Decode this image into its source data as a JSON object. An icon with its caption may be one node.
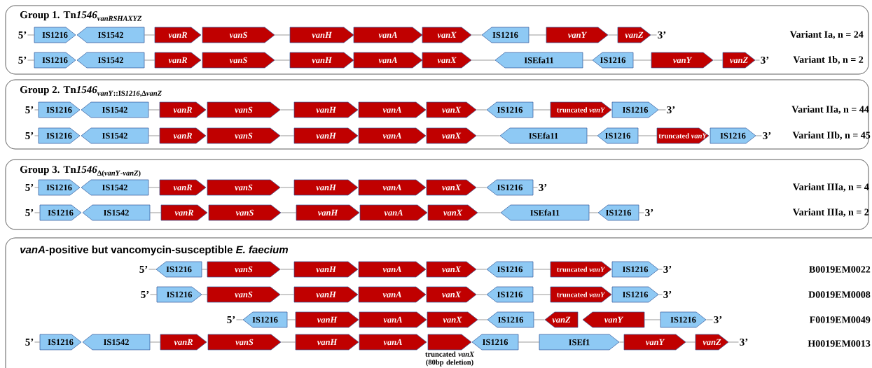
{
  "diagram": {
    "nodes": [
      {
        "text": [
          "\\textbf{Group 1. Tn\\textit{1546}}_{\\textbf{\\textit{vanRSHAXYZ}}}"
        ]
      },
      {
        "text": [
          "\\textbf{Group 2. Tn\\textit{1546}}_{\\textbf{\\textit{vanY}::IS\\textit{1216},Δ\\textit{vanZ}}}"
        ]
      },
      {
        "text": [
          "\\textbf{Group 3. Tn\\textit{1546}}_{\\textbf{Δ(\\textit{vanY}-\\textit{vanZ})}}"
        ]
      },
      {
        "text": [
          "*vanA*-positive but vancomycin-susceptible *E. faecium*"
        ]
      },
      {
        "text": [
          "5’"
        ],
        "in": 0
      },
      {
        "text": [
          "IS1216"
        ],
        "in": 0
      },
      {
        "text": [
          "IS1542"
        ],
        "in": 0
      },
      {
        "text": [
          "vanR"
        ],
        "in": 0
      },
      {
        "text": [
          "vanS"
        ],
        "in": 0
      },
      {
        "text": [
          "vanH"
        ],
        "in": 0
      },
      {
        "text": [
          "vanA"
        ],
        "in": 0
      },
      {
        "text": [
          "vanX"
        ],
        "in": 0
      },
      {
        "text": [
          "IS1216"
        ],
        "in": 0
      },
      {
        "text": [
          "vanY"
        ],
        "in": 0
      },
      {
        "text": [
          "vanZ"
        ],
        "in": 0
      },
      {
        "text": [
          "3’"
        ],
        "in": 0
      },
      {
        "text": [
          "5’"
        ],
        "in": 0
      },
      {
        "text": [
          "IS1216"
        ],
        "in": 0
      },
      {
        "text": [
          "IS1542"
        ],
        "in": 0
      },
      {
        "text": [
          "vanR"
        ],
        "in": 0
      },
      {
        "text": [
          "vanS"
        ],
        "in": 0
      },
      {
        "text": [
          "vanH"
        ],
        "in": 0
      },
      {
        "text": [
          "vanA"
        ],
        "in": 0
      },
      {
        "text": [
          "vanX"
        ],
        "in": 0
      },
      {
        "text": [
          "ISEfa11"
        ],
        "in": 0
      },
      {
        "text": [
          "IS1216"
        ],
        "in": 0
      },
      {
        "text": [
          "vanY"
        ],
        "in": 0
      },
      {
        "text": [
          "vanZ"
        ],
        "in": 0
      },
      {
        "text": [
          "3’"
        ],
        "in": 0
      },
      {
        "text": [
          "5’"
        ],
        "in": 1
      },
      {
        "text": [
          "IS1216"
        ],
        "in": 1
      },
      {
        "text": [
          "IS1542"
        ],
        "in": 1
      },
      {
        "text": [
          "vanR"
        ],
        "in": 1
      },
      {
        "text": [
          "vanS"
        ],
        "in": 1
      },
      {
        "text": [
          "vanH"
        ],
        "in": 1
      },
      {
        "text": [
          "vanA"
        ],
        "in": 1
      },
      {
        "text": [
          "vanX"
        ],
        "in": 1
      },
      {
        "text": [
          "IS1216"
        ],
        "in": 1
      },
      {
        "text": [
          "truncated *vanY*"
        ],
        "in": 1
      },
      {
        "text": [
          "IS1216"
        ],
        "in": 1
      },
      {
        "text": [
          "3’"
        ],
        "in": 1
      },
      {
        "text": [
          "5’"
        ],
        "in": 1
      },
      {
        "text": [
          "IS1216"
        ],
        "in": 1
      },
      {
        "text": [
          "IS1542"
        ],
        "in": 1
      },
      {
        "text": [
          "vanR"
        ],
        "in": 1
      },
      {
        "text": [
          "vanS"
        ],
        "in": 1
      },
      {
        "text": [
          "vanH"
        ],
        "in": 1
      },
      {
        "text": [
          "vanA"
        ],
        "in": 1
      },
      {
        "text": [
          "vanX"
        ],
        "in": 1
      },
      {
        "text": [
          "ISEfa11"
        ],
        "in": 1
      },
      {
        "text": [
          "IS1216"
        ],
        "in": 1
      },
      {
        "text": [
          "truncated *vanY*"
        ],
        "in": 1
      },
      {
        "text": [
          "IS1216"
        ],
        "in": 1
      },
      {
        "text": [
          "3’"
        ],
        "in": 1
      },
      {
        "text": [
          "5’"
        ],
        "in": 2
      },
      {
        "text": [
          "IS1216"
        ],
        "in": 2
      },
      {
        "text": [
          "IS1542"
        ],
        "in": 2
      },
      {
        "text": [
          "vanR"
        ],
        "in": 2
      },
      {
        "text": [
          "vanS"
        ],
        "in": 2
      },
      {
        "text": [
          "vanH"
        ],
        "in": 2
      },
      {
        "text": [
          "vanA"
        ],
        "in": 2
      },
      {
        "text": [
          "vanX"
        ],
        "in": 2
      },
      {
        "text": [
          "IS1216"
        ],
        "in": 2
      },
      {
        "text": [
          "3’"
        ],
        "in": 2
      },
      {
        "text": [
          "5’"
        ],
        "in": 2
      },
      {
        "text": [
          "IS1216"
        ],
        "in": 2
      },
      {
        "text": [
          "IS1542"
        ],
        "in": 2
      },
      {
        "text": [
          "vanR"
        ],
        "in": 2
      },
      {
        "text": [
          "vanS"
        ],
        "in": 2
      },
      {
        "text": [
          "vanH"
        ],
        "in": 2
      },
      {
        "text": [
          "vanA"
        ],
        "in": 2
      },
      {
        "text": [
          "vanX"
        ],
        "in": 2
      },
      {
        "text": [
          "ISEfa11"
        ],
        "in": 2
      },
      {
        "text": [
          "IS1216"
        ],
        "in": 2
      },
      {
        "text": [
          "3’"
        ],
        "in": 2
      },
      {
        "text": [
          "5’"
        ],
        "in": 3
      },
      {
        "text": [
          "IS1216"
        ],
        "in": 3
      },
      {
        "text": [
          "vanS"
        ],
        "in": 3
      },
      {
        "text": [
          "vanH"
        ],
        "in": 3
      },
      {
        "text": [
          "vanA"
        ],
        "in": 3
      },
      {
        "text": [
          "vanX"
        ],
        "in": 3
      },
      {
        "text": [
          "IS1216"
        ],
        "in": 3
      },
      {
        "text": [
          "truncated *vanY*"
        ],
        "in": 3
      },
      {
        "text": [
          "IS1216"
        ],
        "in": 3
      },
      {
        "text": [
          "3’"
        ],
        "in": 3
      },
      {
        "text": [
          "5’"
        ],
        "in": 3
      },
      {
        "text": [
          "IS1216"
        ],
        "in": 3
      },
      {
        "text": [
          "vanS"
        ],
        "in": 3
      },
      {
        "text": [
          "vanH"
        ],
        "in": 3
      },
      {
        "text": [
          "vanA"
        ],
        "in": 3
      },
      {
        "text": [
          "vanX"
        ],
        "in": 3
      },
      {
        "text": [
          "IS1216"
        ],
        "in": 3
      },
      {
        "text": [
          "truncated *vanY*"
        ],
        "in": 3
      },
      {
        "text": [
          "IS1216"
        ],
        "in": 3
      },
      {
        "text": [
          "3’"
        ],
        "in": 3
      },
      {
        "text": [
          "5’"
        ],
        "in": 3
      },
      {
        "text": [
          "IS1216"
        ],
        "in": 3
      },
      {
        "text": [
          "vanH"
        ],
        "in": 3
      },
      {
        "text": [
          "vanA"
        ],
        "in": 3
      },
      {
        "text": [
          "vanX"
        ],
        "in": 3
      },
      {
        "text": [
          "IS1216"
        ],
        "in": 3
      },
      {
        "text": [
          "vanZ"
        ],
        "in": 3
      },
      {
        "text": [
          "vanY"
        ],
        "in": 3
      },
      {
        "text": [
          "IS1216"
        ],
        "in": 3
      },
      {
        "text": [
          "3’"
        ],
        "in": 3
      },
      {
        "text": [
          "5’"
        ],
        "in": 3
      },
      {
        "text": [
          "IS1216"
        ],
        "in": 3
      },
      {
        "text": [
          "IS1542"
        ],
        "in": 3
      },
      {
        "text": [
          "vanR"
        ],
        "in": 3
      },
      {
        "text": [
          "vanS"
        ],
        "in": 3
      },
      {
        "text": [
          "vanH"
        ],
        "in": 3
      },
      {
        "text": [
          "vanA"
        ],
        "in": 3
      },
      {
        "text": [],
        "shape": "box",
        "beside": [
          "truncated *vanX* (80bp deletion)"
        ],
        "in": 3
      },
      {
        "text": [
          "IS1216"
        ],
        "in": 3
      },
      {
        "text": [
          "ISEf1"
        ],
        "in": 3
      },
      {
        "text": [
          "vanY"
        ],
        "in": 3
      },
      {
        "text": [
          "vanZ"
        ],
        "in": 3
      },
      {
        "text": [
          "3’"
        ],
        "in": 3
      }
    ],
    "edges": [
      {
        "from": 4,
        "to": 5,
        "arrow": "none"
      },
      {
        "from": 6,
        "to": 7,
        "arrow": "none"
      },
      {
        "from": 8,
        "to": 9,
        "arrow": "none"
      },
      {
        "from": 11,
        "to": 12,
        "arrow": "none"
      },
      {
        "from": 12,
        "to": 13,
        "arrow": "none"
      },
      {
        "from": 13,
        "to": 14,
        "arrow": "none"
      },
      {
        "from": 14,
        "to": 15,
        "arrow": "none"
      },
      {
        "from": 16,
        "to": 17,
        "arrow": "none"
      },
      {
        "from": 18,
        "to": 19,
        "arrow": "none"
      },
      {
        "from": 20,
        "to": 21,
        "arrow": "none"
      },
      {
        "from": 23,
        "to": 24,
        "arrow": "none"
      },
      {
        "from": 24,
        "to": 25,
        "arrow": "none"
      },
      {
        "from": 25,
        "to": 26,
        "arrow": "none"
      },
      {
        "from": 26,
        "to": 27,
        "arrow": "none"
      },
      {
        "from": 27,
        "to": 28,
        "arrow": "none"
      },
      {
        "from": 29,
        "to": 30,
        "arrow": "none"
      },
      {
        "from": 31,
        "to": 32,
        "arrow": "none"
      },
      {
        "from": 33,
        "to": 34,
        "arrow": "none"
      },
      {
        "from": 36,
        "to": 37,
        "arrow": "none"
      },
      {
        "from": 37,
        "to": 38,
        "arrow": "none"
      },
      {
        "from": 39,
        "to": 40,
        "arrow": "none"
      },
      {
        "from": 41,
        "to": 42,
        "arrow": "none"
      },
      {
        "from": 43,
        "to": 44,
        "arrow": "none"
      },
      {
        "from": 45,
        "to": 46,
        "arrow": "none"
      },
      {
        "from": 48,
        "to": 49,
        "arrow": "none"
      },
      {
        "from": 49,
        "to": 50,
        "arrow": "none"
      },
      {
        "from": 50,
        "to": 51,
        "arrow": "none"
      },
      {
        "from": 52,
        "to": 53,
        "arrow": "none"
      },
      {
        "from": 54,
        "to": 55,
        "arrow": "none"
      },
      {
        "from": 56,
        "to": 57,
        "arrow": "none"
      },
      {
        "from": 58,
        "to": 59,
        "arrow": "none"
      },
      {
        "from": 61,
        "to": 62,
        "arrow": "none"
      },
      {
        "from": 62,
        "to": 63,
        "arrow": "none"
      },
      {
        "from": 64,
        "to": 65,
        "arrow": "none"
      },
      {
        "from": 66,
        "to": 67,
        "arrow": "none"
      },
      {
        "from": 68,
        "to": 69,
        "arrow": "none"
      },
      {
        "from": 71,
        "to": 72,
        "arrow": "none"
      },
      {
        "from": 72,
        "to": 73,
        "arrow": "none"
      },
      {
        "from": 73,
        "to": 74,
        "arrow": "none"
      },
      {
        "from": 75,
        "to": 76,
        "arrow": "none"
      },
      {
        "from": 76,
        "to": 77,
        "arrow": "none"
      },
      {
        "from": 77,
        "to": 78,
        "arrow": "none"
      },
      {
        "from": 80,
        "to": 81,
        "arrow": "none"
      },
      {
        "from": 81,
        "to": 82,
        "arrow": "none"
      },
      {
        "from": 83,
        "to": 84,
        "arrow": "none"
      },
      {
        "from": 85,
        "to": 86,
        "arrow": "none"
      },
      {
        "from": 86,
        "to": 87,
        "arrow": "none"
      },
      {
        "from": 87,
        "to": 88,
        "arrow": "none"
      },
      {
        "from": 90,
        "to": 91,
        "arrow": "none"
      },
      {
        "from": 91,
        "to": 92,
        "arrow": "none"
      },
      {
        "from": 93,
        "to": 94,
        "arrow": "none"
      },
      {
        "from": 95,
        "to": 96,
        "arrow": "none"
      },
      {
        "from": 96,
        "to": 97,
        "arrow": "none"
      },
      {
        "from": 99,
        "to": 100,
        "arrow": "none"
      },
      {
        "from": 100,
        "to": 101,
        "arrow": "none"
      },
      {
        "from": 102,
        "to": 103,
        "arrow": "none"
      },
      {
        "from": 103,
        "to": 104,
        "arrow": "none"
      },
      {
        "from": 105,
        "to": 106,
        "arrow": "none"
      },
      {
        "from": 107,
        "to": 108,
        "arrow": "none"
      },
      {
        "from": 109,
        "to": 110,
        "arrow": "none"
      },
      {
        "from": 113,
        "to": 114,
        "arrow": "none"
      },
      {
        "from": 114,
        "to": 115,
        "arrow": "none"
      },
      {
        "from": 115,
        "to": 116,
        "arrow": "none"
      },
      {
        "from": 116,
        "to": 117,
        "arrow": "none"
      }
    ],
    "labels": [
      "Variant Ia, n = 24",
      "Variant 1b, n = 2",
      "Variant IIa, n = 44",
      "Variant IIb, n = 45",
      "Variant IIIa, n = 4",
      "Variant IIIa, n = 2",
      "B0019EM0022",
      "D0019EM0008",
      "F0019EM0049",
      "H0019EM0013"
    ]
  }
}
